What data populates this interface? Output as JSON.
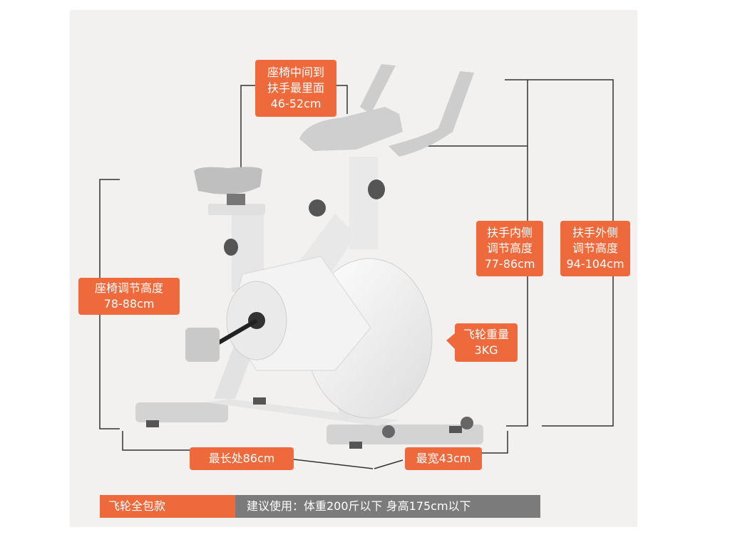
{
  "labels": {
    "seat_to_handle": {
      "line1": "座椅中间到",
      "line2": "扶手最里面",
      "value": "46-52cm"
    },
    "handle_inner_height": {
      "line1": "扶手内侧",
      "line2": "调节高度",
      "value": "77-86cm"
    },
    "handle_outer_height": {
      "line1": "扶手外侧",
      "line2": "调节高度",
      "value": "94-104cm"
    },
    "seat_height": {
      "line1": "座椅调节高度",
      "value": "78-88cm"
    },
    "flywheel_weight": {
      "line1": "飞轮重量",
      "value": "3KG"
    },
    "max_length": {
      "text": "最长处86cm"
    },
    "max_width": {
      "text": "最宽43cm"
    }
  },
  "footer": {
    "badge": "飞轮全包款",
    "recommendation": "建议使用：体重200斤以下   身高175cm以下"
  },
  "colors": {
    "accent": "#ee6a3c",
    "footer_gray": "#7b7b7b",
    "background": "#f2f1ef"
  }
}
